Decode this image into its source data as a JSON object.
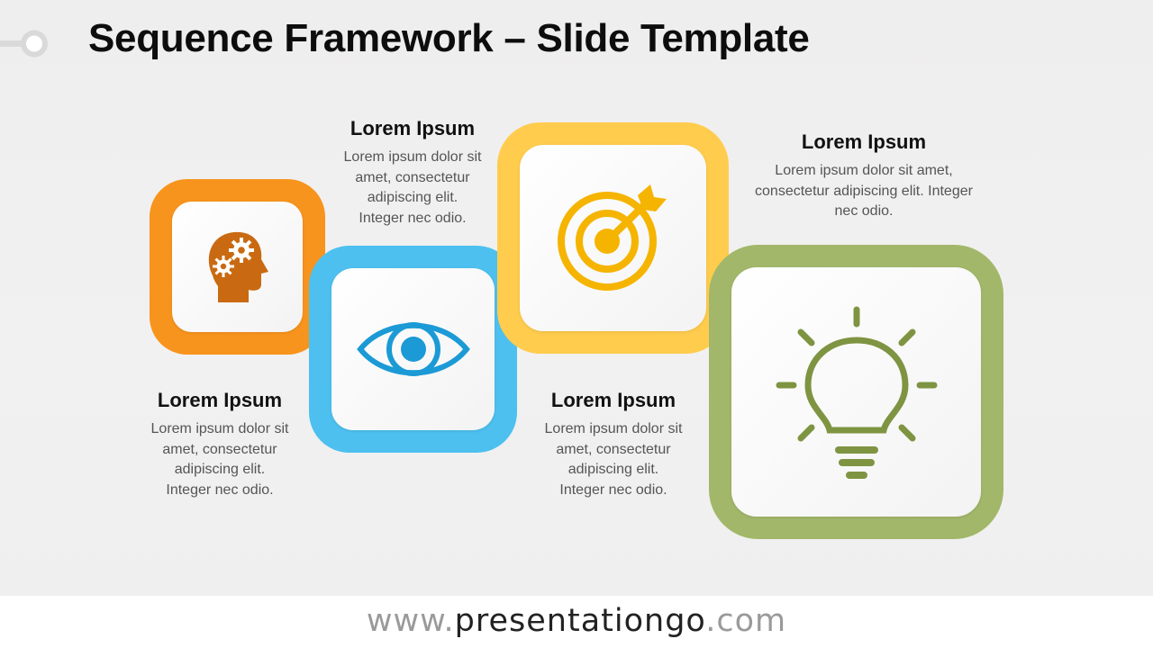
{
  "title": "Sequence Framework – Slide Template",
  "steps": [
    {
      "heading": "Lorem Ipsum",
      "body_lines": [
        "Lorem ipsum dolor sit",
        "amet, consectetur",
        "adipiscing elit.",
        "Integer nec odio."
      ],
      "icon": "head-gears-icon",
      "color": "#F7941D"
    },
    {
      "heading": "Lorem Ipsum",
      "body_lines": [
        "Lorem ipsum dolor sit",
        "amet, consectetur",
        "adipiscing elit.",
        "Integer nec odio."
      ],
      "icon": "eye-icon",
      "color": "#4DC0EF"
    },
    {
      "heading": "Lorem Ipsum",
      "body_lines": [
        "Lorem ipsum dolor sit",
        "amet, consectetur",
        "adipiscing elit.",
        "Integer nec odio."
      ],
      "icon": "target-arrow-icon",
      "color": "#FFCC4D"
    },
    {
      "heading": "Lorem Ipsum",
      "body_lines": [
        "Lorem ipsum dolor sit amet,",
        "consectetur adipiscing elit.  Integer",
        "nec odio."
      ],
      "icon": "lightbulb-icon",
      "color": "#A2B76A"
    }
  ],
  "footer": {
    "prefix": "www.",
    "brand": "presentationgo",
    "suffix": ".com"
  }
}
